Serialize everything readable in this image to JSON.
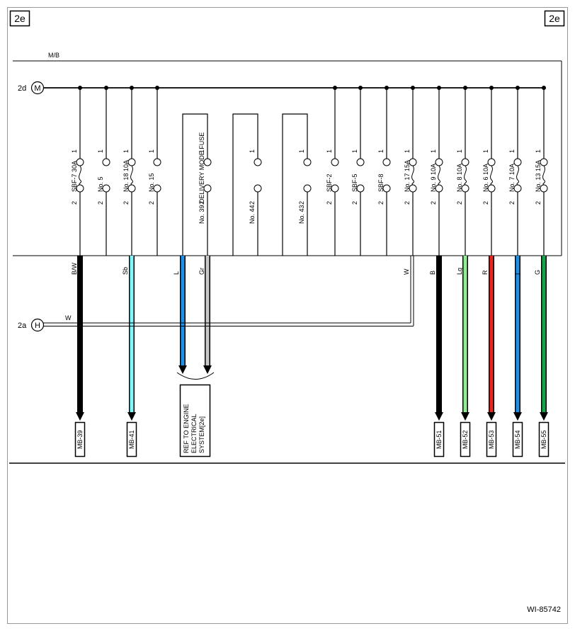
{
  "page_label": "2e",
  "box_label": "M/B",
  "drawing_id": "WI-85742",
  "connectors": {
    "top": {
      "ref": "2d",
      "letter": "M"
    },
    "bottom": {
      "ref": "2a",
      "letter": "H"
    }
  },
  "fuses": [
    {
      "name": "SBF-7",
      "rating": "30A",
      "pin_top": "1",
      "pin_bottom": "2",
      "symbol": "fuse"
    },
    {
      "name": "No. 5",
      "rating": "",
      "pin_top": "1",
      "pin_bottom": "2",
      "symbol": "open"
    },
    {
      "name": "No. 18",
      "rating": "10A",
      "pin_top": "1",
      "pin_bottom": "2",
      "symbol": "fuse"
    },
    {
      "name": "No. 15",
      "rating": "",
      "pin_top": "1",
      "pin_bottom": "2",
      "symbol": "open"
    },
    {
      "name": "No. 39",
      "rating": "DELIVERY MODE FUSE",
      "pin_top": "1",
      "pin_bottom": "2",
      "symbol": "open"
    },
    {
      "name": "No. 44",
      "rating": "",
      "pin_top": "1",
      "pin_bottom": "2",
      "symbol": "open"
    },
    {
      "name": "No. 43",
      "rating": "",
      "pin_top": "1",
      "pin_bottom": "2",
      "symbol": "open"
    },
    {
      "name": "SBF-2",
      "rating": "",
      "pin_top": "1",
      "pin_bottom": "2",
      "symbol": "open"
    },
    {
      "name": "SBF-5",
      "rating": "",
      "pin_top": "1",
      "pin_bottom": "2",
      "symbol": "open"
    },
    {
      "name": "SBF-8",
      "rating": "",
      "pin_top": "1",
      "pin_bottom": "2",
      "symbol": "open"
    },
    {
      "name": "No. 17",
      "rating": "15A",
      "pin_top": "1",
      "pin_bottom": "2",
      "symbol": "fuse"
    },
    {
      "name": "No. 9",
      "rating": "10A",
      "pin_top": "1",
      "pin_bottom": "2",
      "symbol": "fuse"
    },
    {
      "name": "No. 8",
      "rating": "10A",
      "pin_top": "1",
      "pin_bottom": "2",
      "symbol": "fuse"
    },
    {
      "name": "No. 6",
      "rating": "10A",
      "pin_top": "1",
      "pin_bottom": "2",
      "symbol": "fuse"
    },
    {
      "name": "No. 7",
      "rating": "10A",
      "pin_top": "1",
      "pin_bottom": "2",
      "symbol": "fuse"
    },
    {
      "name": "No. 13",
      "rating": "15A",
      "pin_top": "1",
      "pin_bottom": "2",
      "symbol": "fuse"
    }
  ],
  "wires": [
    {
      "code": "B/W",
      "color": "#000000",
      "to": "MB-39"
    },
    {
      "code": "Sb",
      "color": "#7ff6fb",
      "to": "MB-41"
    },
    {
      "code": "L",
      "color": "#1e90e8",
      "to": "ref"
    },
    {
      "code": "Gr",
      "color": "#c8c8c8",
      "to": "ref"
    },
    {
      "code": "W",
      "color": "#ffffff",
      "to": "2a"
    },
    {
      "code": "B",
      "color": "#000000",
      "to": "MB-51"
    },
    {
      "code": "Lg",
      "color": "#8fee90",
      "to": "MB-52"
    },
    {
      "code": "R",
      "color": "#e8261e",
      "to": "MB-53"
    },
    {
      "code": "L",
      "color": "#1e90e8",
      "to": "MB-54"
    },
    {
      "code": "G",
      "color": "#16a34a",
      "to": "MB-55"
    }
  ],
  "w_branch_label": "W",
  "reference_box": [
    "REF TO ENGINE",
    "ELECTRICAL",
    "SYSTEM[2e]"
  ],
  "destinations": [
    "MB-39",
    "MB-41",
    "MB-51",
    "MB-52",
    "MB-53",
    "MB-54",
    "MB-55"
  ]
}
